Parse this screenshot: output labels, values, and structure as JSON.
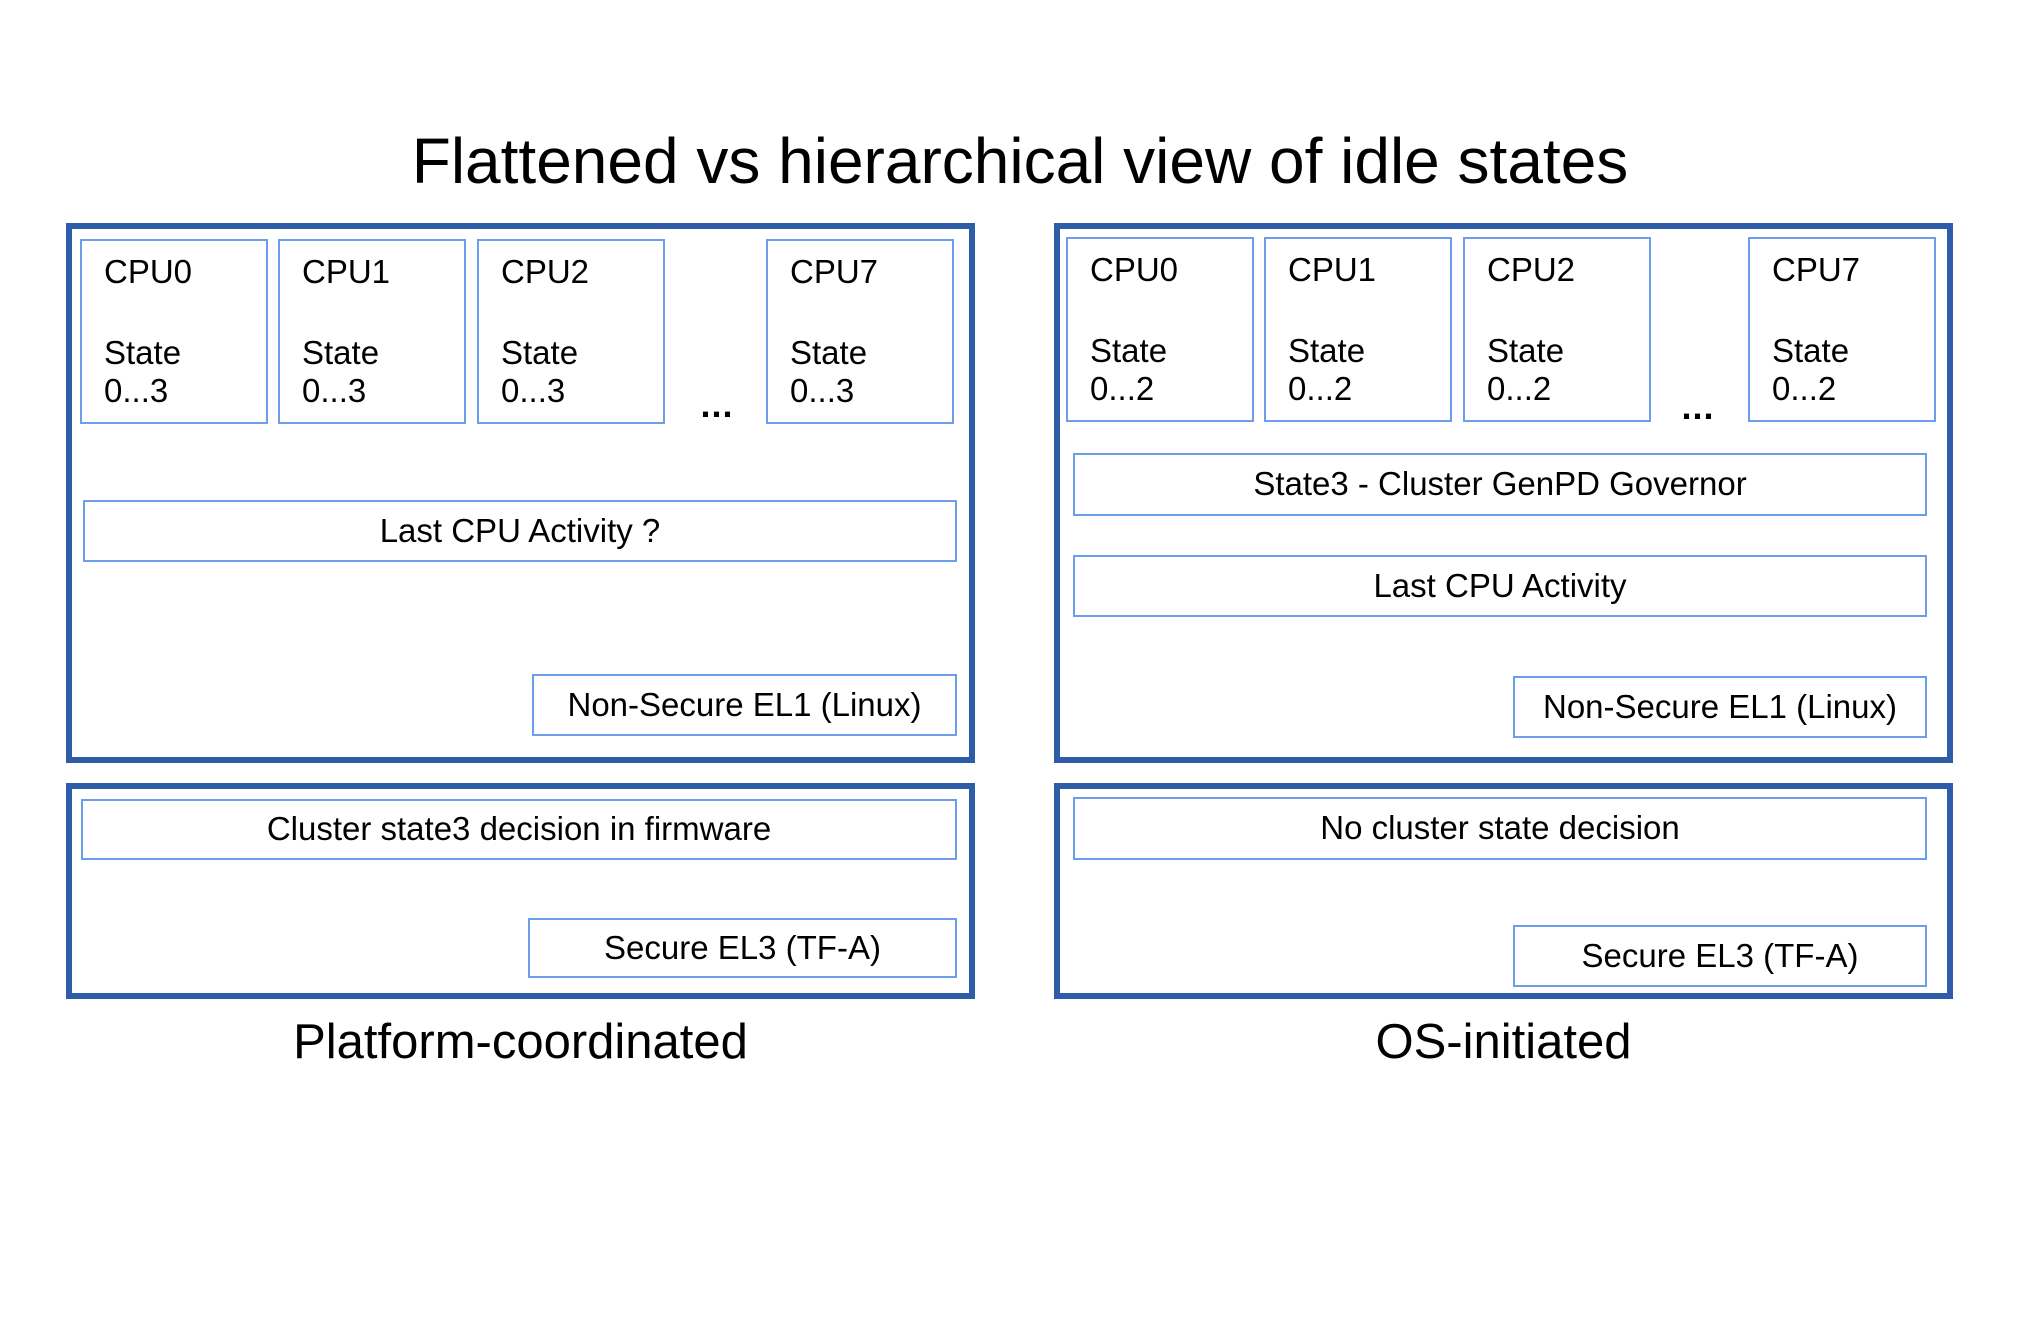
{
  "title": "Flattened vs hierarchical view of idle states",
  "colors": {
    "panel_border": "#2e5da8",
    "box_border": "#6d9eeb",
    "text": "#000000",
    "background": "#ffffff"
  },
  "left": {
    "caption": "Platform-coordinated",
    "ellipsis": "...",
    "cpus": [
      {
        "name": "CPU0",
        "state_label": "State",
        "state_range": "0...3"
      },
      {
        "name": "CPU1",
        "state_label": "State",
        "state_range": "0...3"
      },
      {
        "name": "CPU2",
        "state_label": "State",
        "state_range": "0...3"
      },
      {
        "name": "CPU7",
        "state_label": "State",
        "state_range": "0...3"
      }
    ],
    "last_cpu_activity": "Last CPU Activity ?",
    "non_secure_el1": "Non-Secure EL1 (Linux)",
    "cluster_decision": "Cluster state3 decision in firmware",
    "secure_el3": "Secure EL3 (TF-A)"
  },
  "right": {
    "caption": "OS-initiated",
    "ellipsis": "...",
    "cpus": [
      {
        "name": "CPU0",
        "state_label": "State",
        "state_range": "0...2"
      },
      {
        "name": "CPU1",
        "state_label": "State",
        "state_range": "0...2"
      },
      {
        "name": "CPU2",
        "state_label": "State",
        "state_range": "0...2"
      },
      {
        "name": "CPU7",
        "state_label": "State",
        "state_range": "0...2"
      }
    ],
    "cluster_governor": "State3 - Cluster GenPD Governor",
    "last_cpu_activity": "Last CPU Activity",
    "non_secure_el1": "Non-Secure EL1 (Linux)",
    "no_cluster_decision": "No cluster state decision",
    "secure_el3": "Secure EL3 (TF-A)"
  }
}
